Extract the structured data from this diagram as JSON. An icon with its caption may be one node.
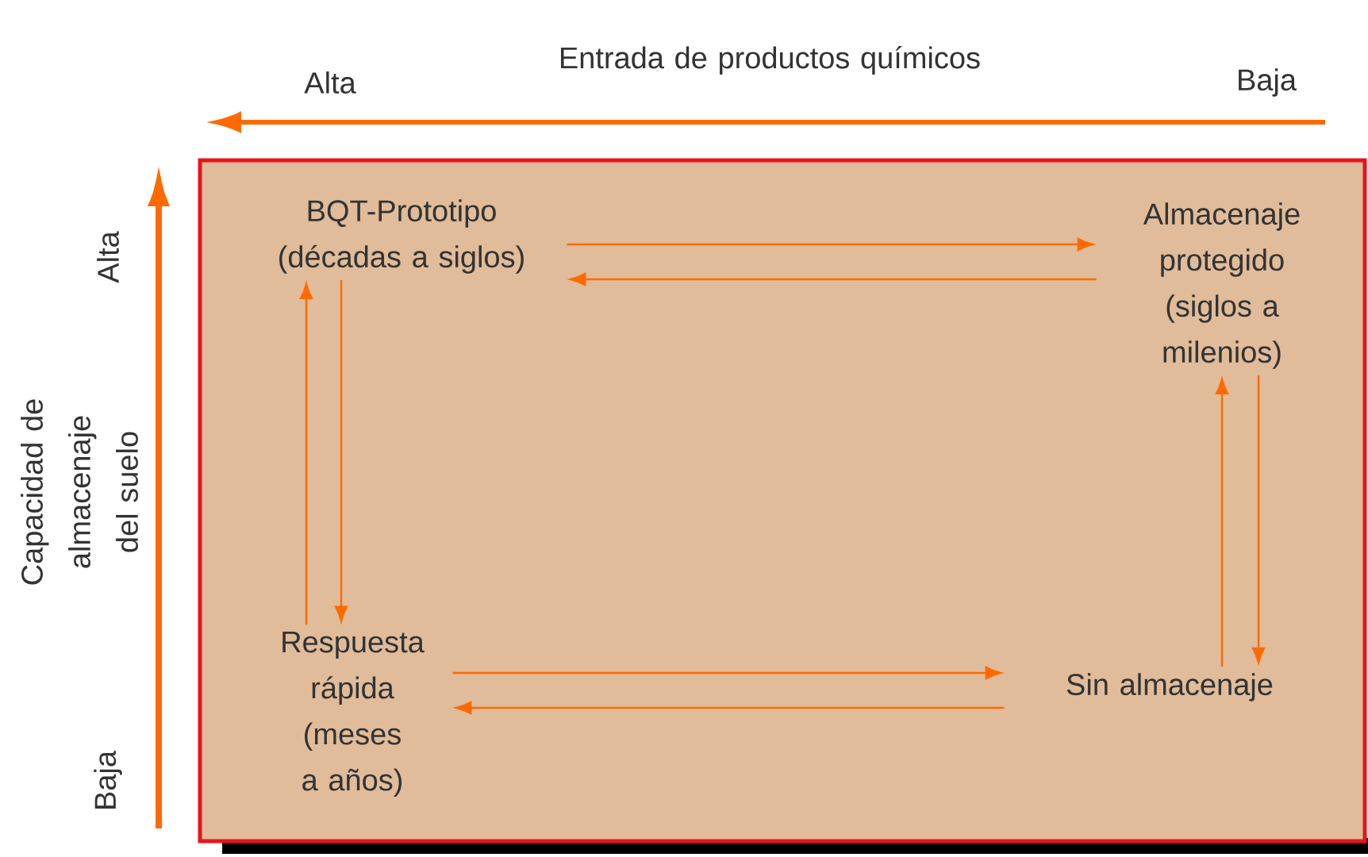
{
  "diagram": {
    "nodes": [
      {
        "text": [
          "BQT-Prototipo",
          "(décadas a siglos)"
        ]
      },
      {
        "text": [
          "Almacenaje protegido",
          "(siglos a milenios)"
        ]
      },
      {
        "text": [
          "Respuesta rápida",
          "(meses a años)"
        ]
      },
      {
        "text": [
          "Sin almacenaje"
        ]
      }
    ],
    "edges": [
      {
        "from": 0,
        "to": 1,
        "arrow": "to"
      },
      {
        "from": 1,
        "to": 0,
        "arrow": "to"
      },
      {
        "from": 2,
        "to": 0,
        "arrow": "to"
      },
      {
        "from": 0,
        "to": 2,
        "arrow": "to"
      },
      {
        "from": 3,
        "to": 1,
        "arrow": "to"
      },
      {
        "from": 1,
        "to": 3,
        "arrow": "to"
      },
      {
        "from": 2,
        "to": 3,
        "arrow": "to"
      },
      {
        "from": 3,
        "to": 2,
        "arrow": "to"
      }
    ],
    "labels": [
      "Entrada de productos químicos",
      "Alta",
      "Baja",
      "Capacidad de almacenaje del suelo",
      "Alta",
      "Baja"
    ]
  }
}
